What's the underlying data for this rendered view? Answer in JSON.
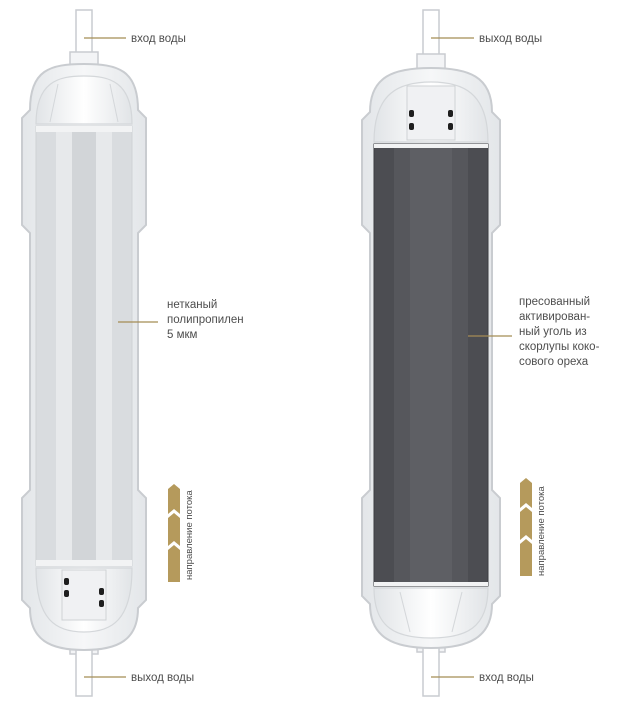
{
  "left_filter": {
    "top_label": "вход воды",
    "bottom_label": "выход воды",
    "media_label": [
      "нетканый",
      "полипропилен",
      "5 мкм"
    ],
    "flow_label": "направление потока"
  },
  "right_filter": {
    "top_label": "выход воды",
    "bottom_label": "вход воды",
    "media_label": [
      "пресованный",
      "активирован-",
      "ный уголь из",
      "скорлупы коко-",
      "сового ореха"
    ],
    "flow_label": "направление потока"
  },
  "colors": {
    "leader_line": "#a58d55",
    "flow_arrow": "#b59a5c",
    "outline": "#c9ccd0",
    "housing": "#eceef0",
    "cap_light": "#f7f8f9",
    "cartridge_light": "#dcdfe2",
    "cartridge_dark": "#4a4b50",
    "text": "#4d4d4d"
  }
}
